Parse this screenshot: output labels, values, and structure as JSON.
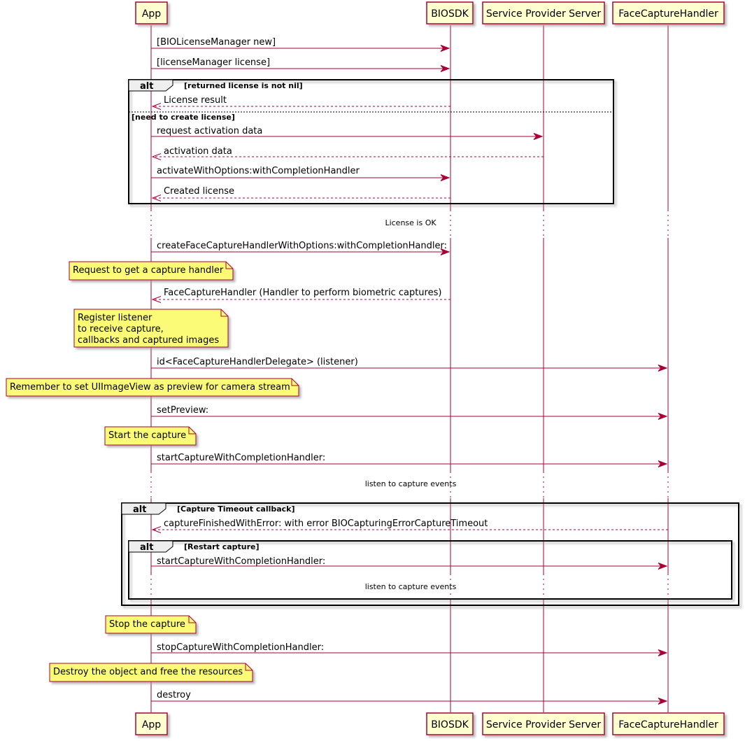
{
  "participants": [
    {
      "id": "app",
      "label": "App"
    },
    {
      "id": "biosdk",
      "label": "BIOSDK"
    },
    {
      "id": "sps",
      "label": "Service Provider Server"
    },
    {
      "id": "fch",
      "label": "FaceCaptureHandler"
    }
  ],
  "messages": {
    "m1": "[BIOLicenseManager new]",
    "m2": "[licenseManager license]",
    "m3": "License result",
    "m4": "request activation data",
    "m5": "activation data",
    "m6": "activateWithOptions:withCompletionHandler",
    "m7": "Created license",
    "m8": "createFaceCaptureHandlerWithOptions:withCompletionHandler:",
    "m9": "FaceCaptureHandler (Handler to perform biometric captures)",
    "m10": "id<FaceCaptureHandlerDelegate> (listener)",
    "m11": "setPreview:",
    "m12": "startCaptureWithCompletionHandler:",
    "m13": "captureFinishedWithError: with error BIOCapturingErrorCaptureTimeout",
    "m14": "startCaptureWithCompletionHandler:",
    "m15": "stopCaptureWithCompletionHandler:",
    "m16": "destroy"
  },
  "dividers": {
    "d1": "License is OK",
    "d2": "listen to capture events",
    "d3": "listen to capture events"
  },
  "notes": {
    "n1": [
      "Request to get a capture handler"
    ],
    "n2": [
      "Register listener",
      "to receive capture,",
      "callbacks and captured images"
    ],
    "n3": [
      "Remember to set UIImageView as preview for camera stream"
    ],
    "n4": [
      "Start the capture"
    ],
    "n5": [
      "Stop the capture"
    ],
    "n6": [
      "Destroy the object and free the resources"
    ]
  },
  "fragments": {
    "alt1": {
      "keyword": "alt",
      "guard": "[returned license is not nil]",
      "else_guard": "[need to create license]"
    },
    "alt2": {
      "keyword": "alt",
      "guard": "[Capture Timeout callback]"
    },
    "alt3": {
      "keyword": "alt",
      "guard": "[Restart capture]"
    }
  },
  "colors": {
    "arrow": "#A80036",
    "participant_fill": "#FEFECE",
    "note_fill": "#FBFB77",
    "frame_label_fill": "#EEEEEE",
    "shadow": "#C0C0C0"
  }
}
